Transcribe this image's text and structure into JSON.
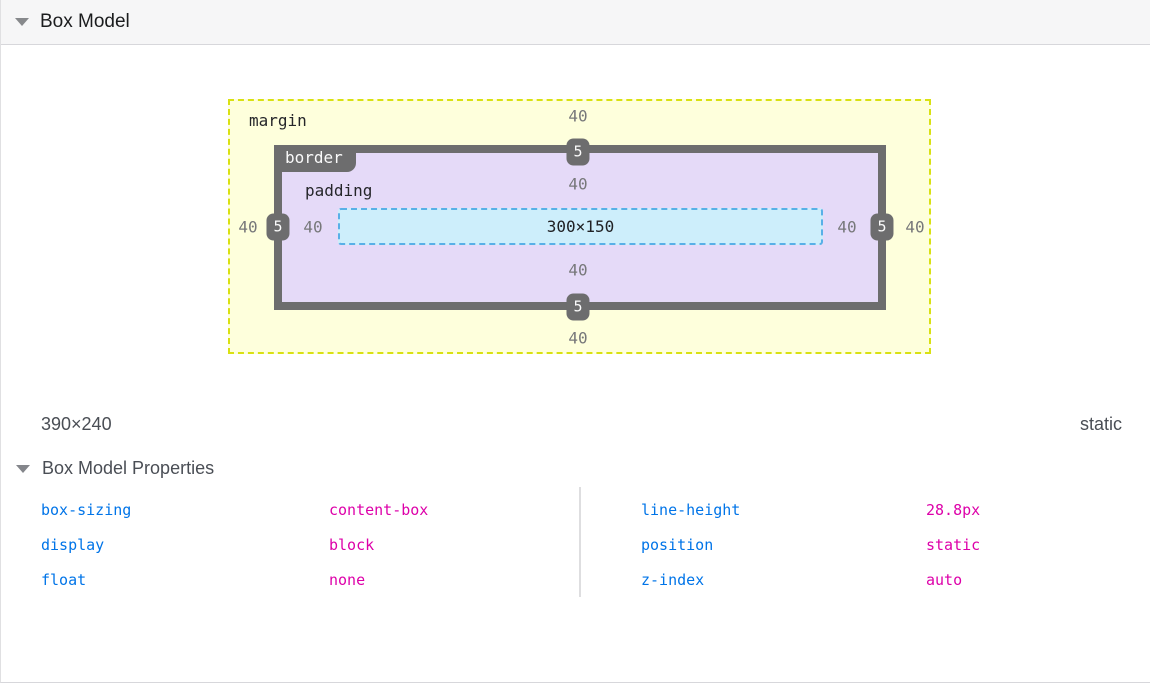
{
  "panel": {
    "title": "Box Model"
  },
  "diagram": {
    "regions": {
      "margin_label": "margin",
      "border_label": "border",
      "padding_label": "padding",
      "content_label": "300×150"
    },
    "values": {
      "margin": {
        "top": "40",
        "right": "40",
        "bottom": "40",
        "left": "40"
      },
      "border": {
        "top": "5",
        "right": "5",
        "bottom": "5",
        "left": "5"
      },
      "padding": {
        "top": "40",
        "right": "40",
        "bottom": "40",
        "left": "40"
      }
    },
    "colors": {
      "margin_fill": "#feffdc",
      "margin_dash": "#d9e112",
      "border_fill": "#6d6d6e",
      "padding_fill": "#e5daf8",
      "content_fill": "#cdeefb",
      "content_dash": "#58b0e7"
    }
  },
  "summary": {
    "dimensions": "390×240",
    "position": "static"
  },
  "properties_section": {
    "title": "Box Model Properties",
    "columns": [
      {
        "items": [
          {
            "name": "box-sizing",
            "value": "content-box"
          },
          {
            "name": "display",
            "value": "block"
          },
          {
            "name": "float",
            "value": "none"
          }
        ]
      },
      {
        "items": [
          {
            "name": "line-height",
            "value": "28.8px"
          },
          {
            "name": "position",
            "value": "static"
          },
          {
            "name": "z-index",
            "value": "auto"
          }
        ]
      }
    ]
  }
}
